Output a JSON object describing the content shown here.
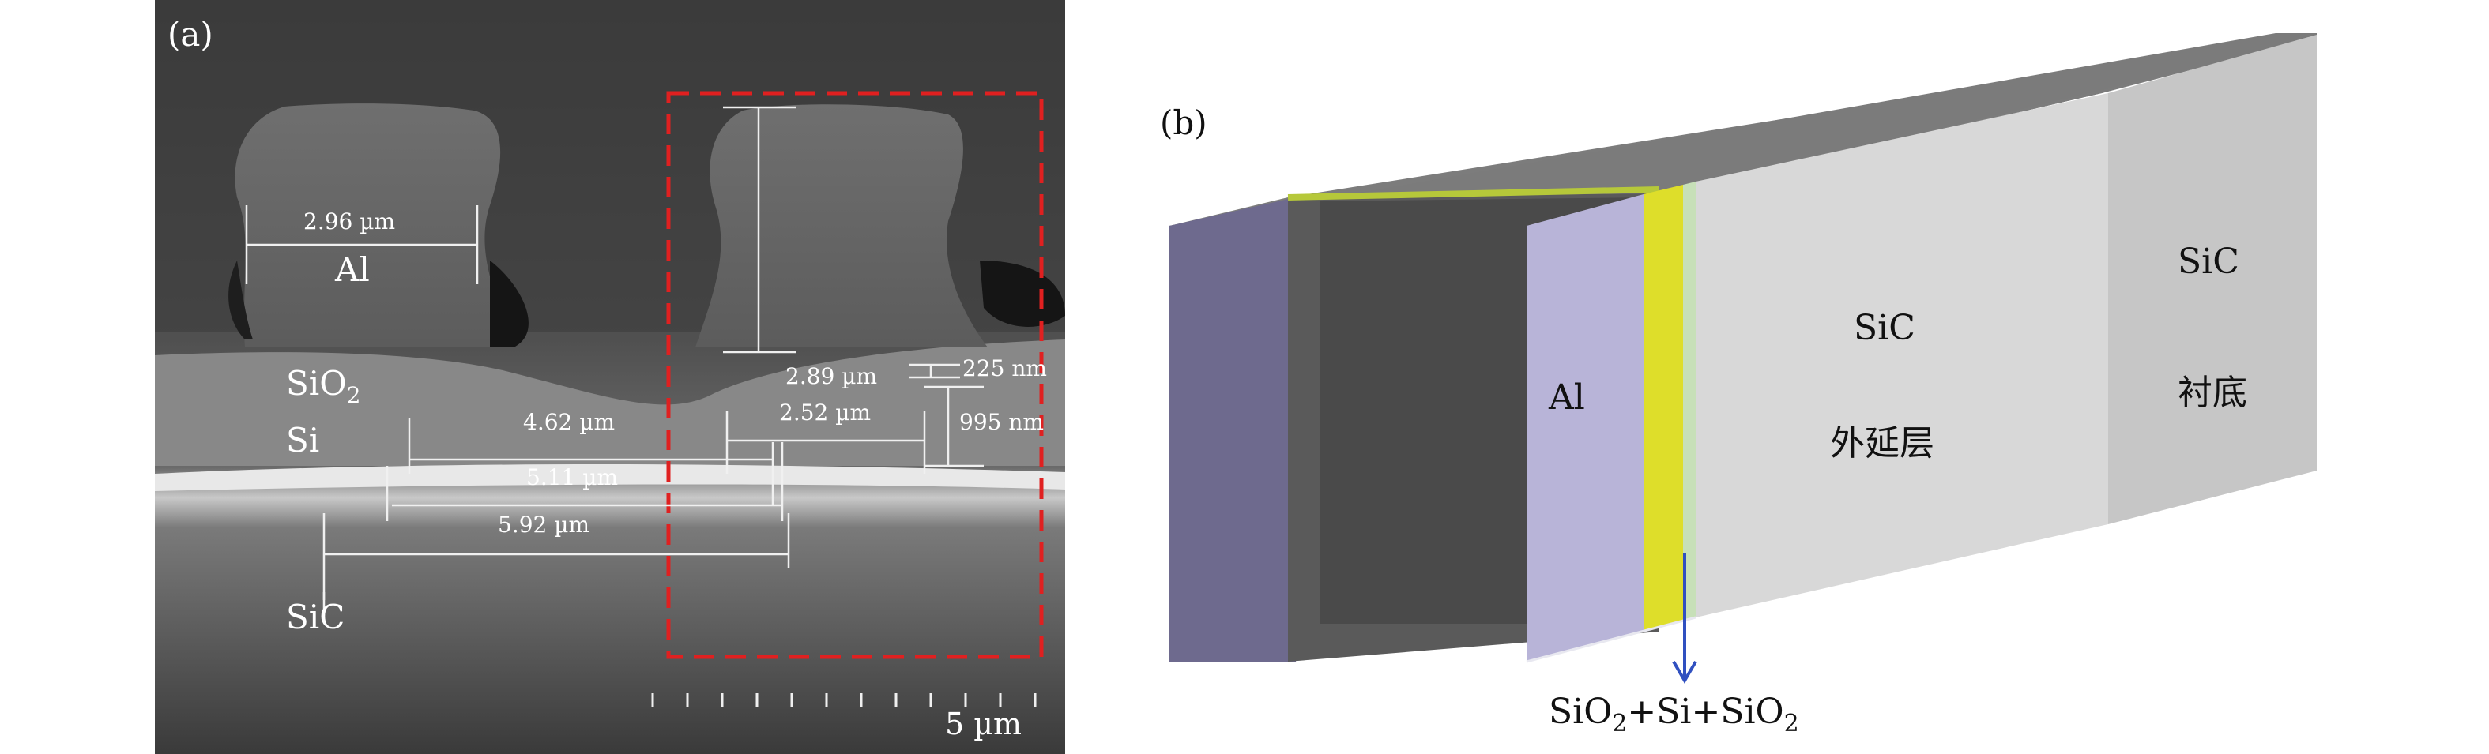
{
  "panel_a": {
    "tag": "(a)",
    "labels": {
      "al": "Al",
      "sio2": "SiO",
      "sio2_sub": "2",
      "si": "Si",
      "sic": "SiC"
    },
    "measurements": {
      "al_width": "2.96 µm",
      "m1": "2.89 µm",
      "m2": "225 nm",
      "m3": "4.62 µm",
      "m4": "2.52 µm",
      "m5": "995 nm",
      "m6": "5.11 µm",
      "m7": "5.92 µm"
    },
    "scale_bar": "5 µm"
  },
  "panel_b": {
    "tag": "(b)",
    "labels": {
      "al": "Al",
      "epi_1": "SiC",
      "epi_2": "外延层",
      "sub_1": "SiC",
      "sub_2": "衬底"
    },
    "stack_label": {
      "p1": "SiO",
      "s1": "2",
      "p2": "+Si+SiO",
      "s2": "2"
    }
  },
  "colors": {
    "sem_background": "#4a4a4a",
    "dashed_box": "#e02020",
    "al_face": "#b8b4d8",
    "al_side": "#6e6a8e",
    "yellow_layer": "#dede2a",
    "epi_face": "#d8d8d8",
    "substrate_face": "#c6c6c6",
    "top_face": "#7a7a7a",
    "arrow": "#3050c0"
  }
}
